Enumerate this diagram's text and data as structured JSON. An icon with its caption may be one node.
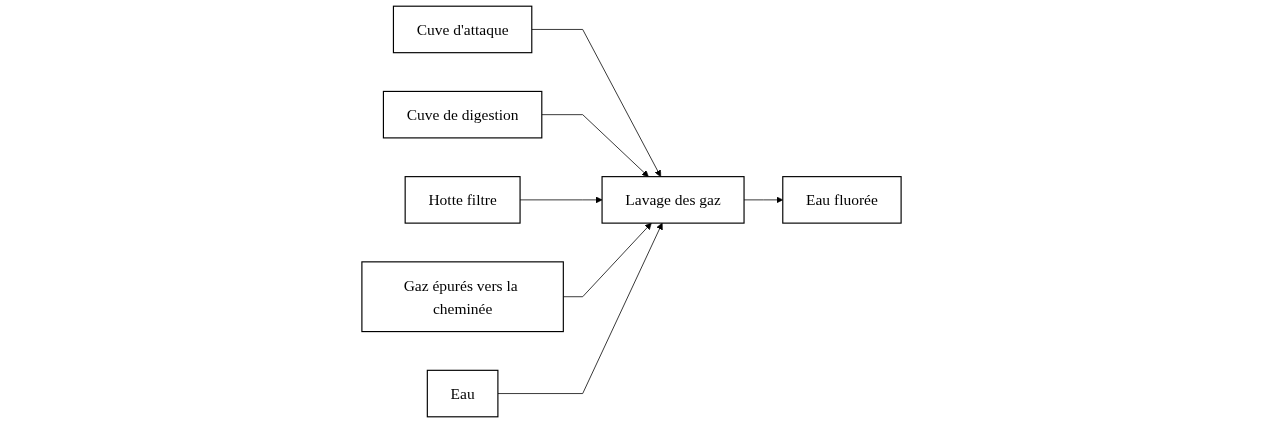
{
  "diagram": {
    "nodes": [
      {
        "text": [
          "Cuve d'attaque"
        ]
      },
      {
        "text": [
          "Cuve de digestion"
        ]
      },
      {
        "text": [
          "Hotte filtre"
        ]
      },
      {
        "text": [
          "Gaz épurés vers la cheminée"
        ]
      },
      {
        "text": [
          "Eau"
        ]
      },
      {
        "text": [
          "Lavage des gaz"
        ]
      },
      {
        "text": [
          "Eau fluorée"
        ]
      }
    ],
    "edges": [
      {
        "from": 0,
        "to": 5,
        "arrow": "to"
      },
      {
        "from": 1,
        "to": 5,
        "arrow": "to"
      },
      {
        "from": 2,
        "to": 5,
        "arrow": "to"
      },
      {
        "from": 3,
        "to": 5,
        "arrow": "to"
      },
      {
        "from": 4,
        "to": 5,
        "arrow": "to"
      },
      {
        "from": 5,
        "to": 6,
        "arrow": "to"
      }
    ]
  }
}
